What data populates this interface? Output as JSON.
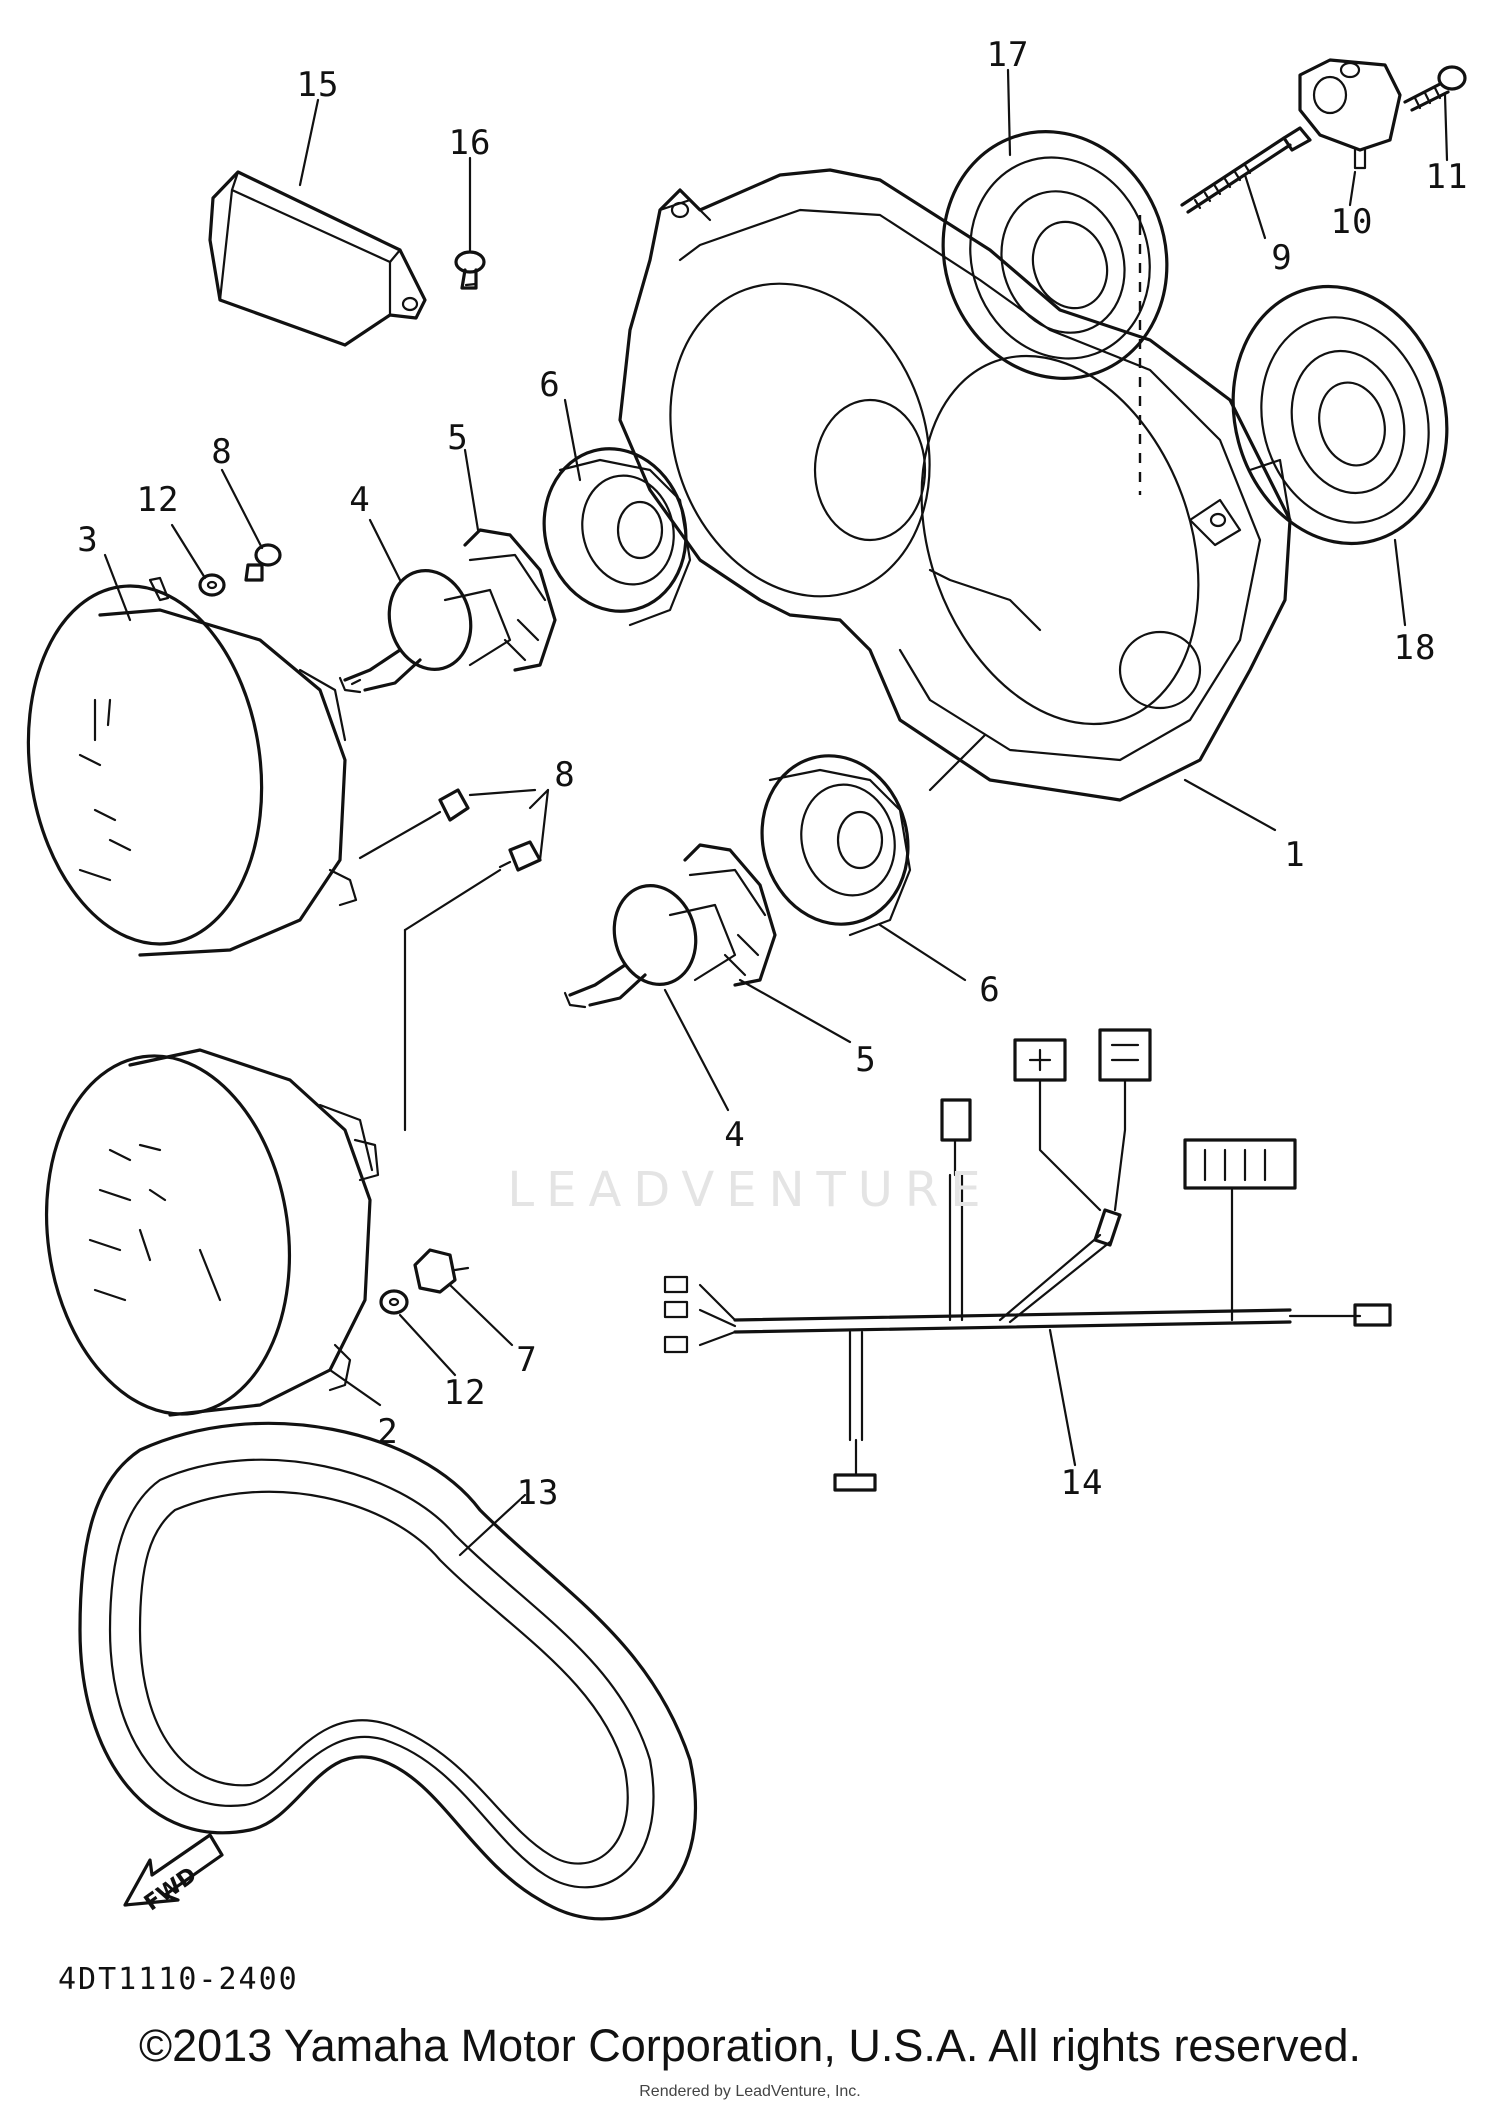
{
  "diagram": {
    "code": "4DT1110-2400",
    "copyright": "©2013 Yamaha Motor Corporation, U.S.A. All rights reserved.",
    "rendered_by": "Rendered by LeadVenture, Inc.",
    "watermark": "LEADVENTURE",
    "direction_marker": "FWD",
    "callouts": [
      {
        "id": "c-17",
        "label": "17"
      },
      {
        "id": "c-15",
        "label": "15"
      },
      {
        "id": "c-16",
        "label": "16"
      },
      {
        "id": "c-11",
        "label": "11"
      },
      {
        "id": "c-10",
        "label": "10"
      },
      {
        "id": "c-9",
        "label": "9"
      },
      {
        "id": "c-6a",
        "label": "6"
      },
      {
        "id": "c-5a",
        "label": "5"
      },
      {
        "id": "c-8a",
        "label": "8"
      },
      {
        "id": "c-12a",
        "label": "12"
      },
      {
        "id": "c-4a",
        "label": "4"
      },
      {
        "id": "c-3",
        "label": "3"
      },
      {
        "id": "c-18",
        "label": "18"
      },
      {
        "id": "c-8b",
        "label": "8"
      },
      {
        "id": "c-1",
        "label": "1"
      },
      {
        "id": "c-6b",
        "label": "6"
      },
      {
        "id": "c-5b",
        "label": "5"
      },
      {
        "id": "c-4b",
        "label": "4"
      },
      {
        "id": "c-7",
        "label": "7"
      },
      {
        "id": "c-12b",
        "label": "12"
      },
      {
        "id": "c-2",
        "label": "2"
      },
      {
        "id": "c-13",
        "label": "13"
      },
      {
        "id": "c-14",
        "label": "14"
      }
    ]
  }
}
